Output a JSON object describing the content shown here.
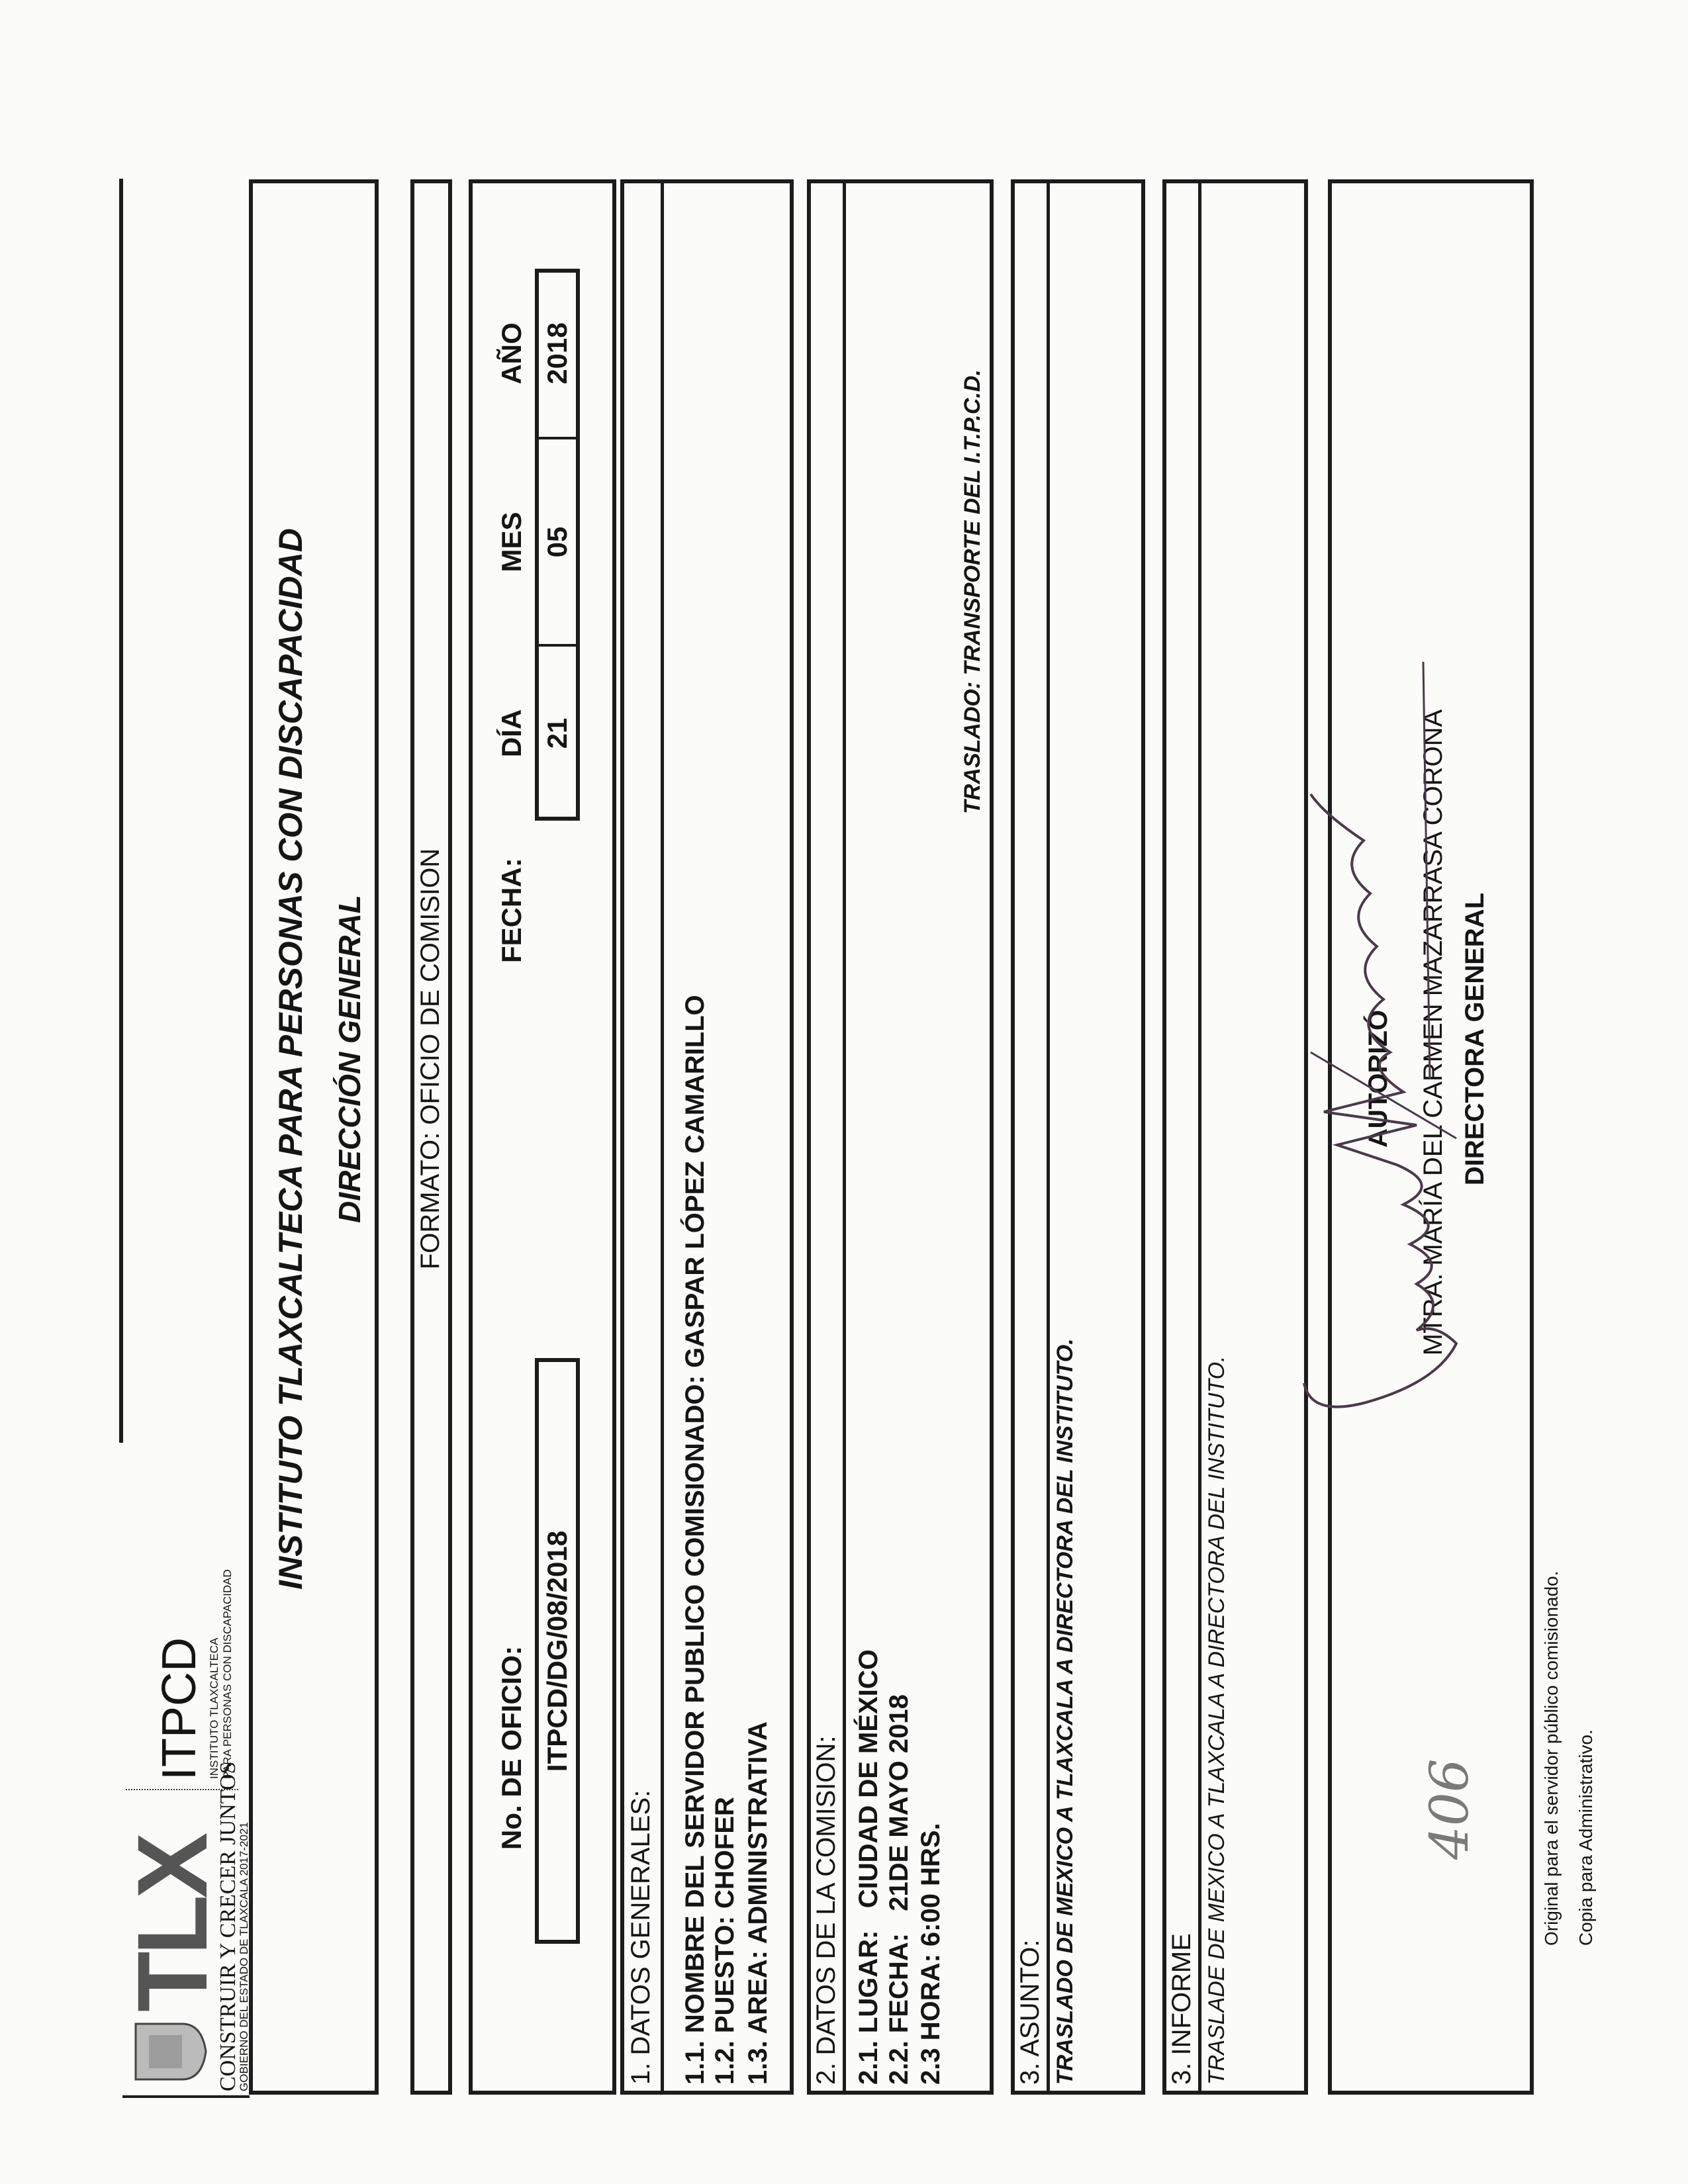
{
  "logo": {
    "tlx": "TLX",
    "slogan": "CONSTRUIR Y CRECER JUNTOS",
    "government": "GOBIERNO DEL ESTADO DE TLAXCALA 2017-2021",
    "itpcd": "ITPCD",
    "itpcd_line1": "INSTITUTO TLAXCALTECA",
    "itpcd_line2": "PARA PERSONAS CON DISCAPACIDAD"
  },
  "header": {
    "title": "INSTITUTO TLAXCALTECA PARA PERSONAS CON DISCAPACIDAD",
    "subtitle": "DIRECCIÓN GENERAL",
    "format": "FORMATO: OFICIO DE COMISION"
  },
  "oficio": {
    "label": "No. DE OFICIO:",
    "value": "ITPCD/DG/08/2018",
    "fecha_label": "FECHA:",
    "dia_label": "DÍA",
    "mes_label": "MES",
    "anio_label": "AÑO",
    "dia": "21",
    "mes": "05",
    "anio": "2018"
  },
  "datos_generales": {
    "heading": "1. DATOS GENERALES:",
    "items": [
      "1.1. NOMBRE DEL SERVIDOR PUBLICO COMISIONADO: GASPAR LÓPEZ CAMARILLO",
      "1.2. PUESTO: CHOFER",
      "1.3. AREA: ADMINISTRATIVA"
    ]
  },
  "datos_comision": {
    "heading": "2. DATOS DE LA COMISION:",
    "items": [
      "2.1. LUGAR:   CIUDAD DE MÉXICO",
      "2.2. FECHA:   21DE MAYO 2018",
      "2.3 HORA: 6:00 HRS."
    ],
    "traslado": "TRASLADO: TRANSPORTE DEL I.T.P.C.D."
  },
  "asunto": {
    "heading": "3. ASUNTO:",
    "text": "TRASLADO DE MEXICO A TLAXCALA A DIRECTORA DEL INSTITUTO."
  },
  "informe": {
    "heading": "3. INFORME",
    "text": "TRASLADE DE MEXICO A TLAXCALA A DIRECTORA DEL INSTITUTO."
  },
  "firma": {
    "autorizo": "AUTORIZÓ",
    "nombre": "MTRA. MARÍA DEL CARMEN MAZARRASA CORONA",
    "cargo": "DIRECTORA GENERAL"
  },
  "handwritten_note": "406",
  "footer": {
    "line1": "Original para el servidor público comisionado.",
    "line2": "Copia para Administrativo."
  },
  "colors": {
    "ink": "#1c1c1c",
    "signature": "#4a3a48",
    "pencil": "#7a7a7a"
  }
}
